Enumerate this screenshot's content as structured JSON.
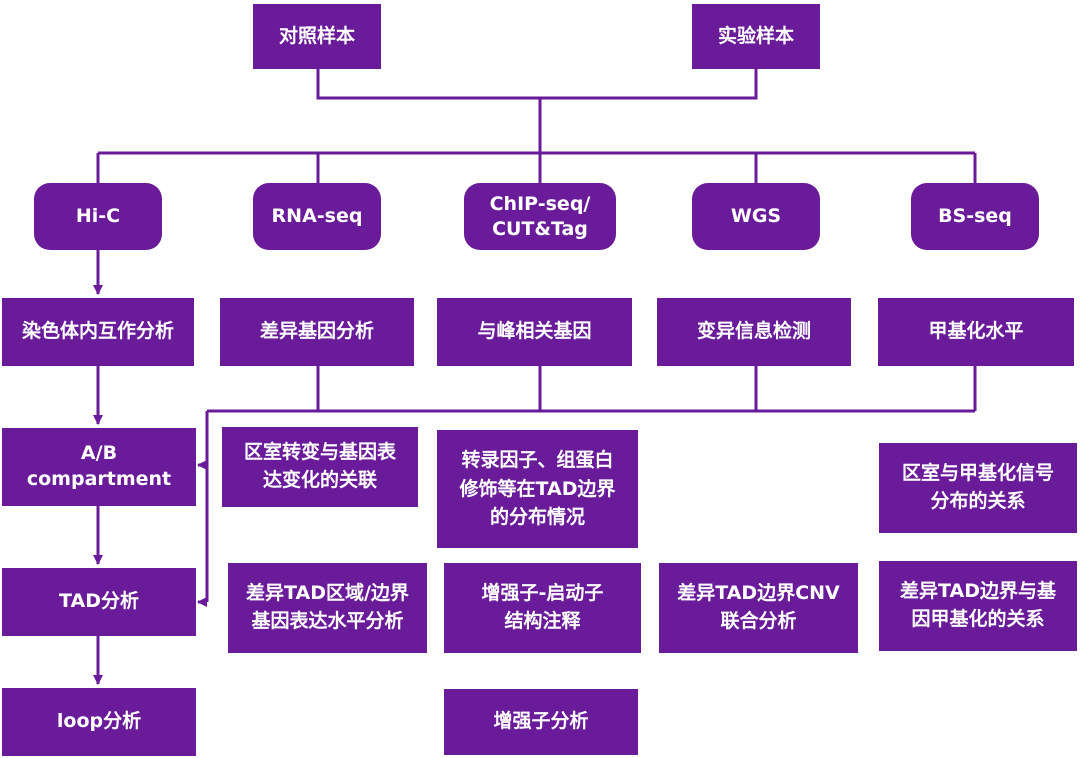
{
  "samples": {
    "control": "对照样本",
    "experiment": "实验样本"
  },
  "methods": {
    "hic": "Hi-C",
    "rnaseq": "RNA-seq",
    "chipseq": "ChIP-seq/\nCUT&Tag",
    "wgs": "WGS",
    "bsseq": "BS-seq"
  },
  "level1": {
    "hic": "染色体内互作分析",
    "rnaseq": "差异基因分析",
    "chipseq": "与峰相关基因",
    "wgs": "变异信息检测",
    "bsseq": "甲基化水平"
  },
  "hic_chain": {
    "ab": "A/B\ncompartment",
    "tad": "TAD分析",
    "loop": "loop分析"
  },
  "integration": {
    "compartment_expression": "区室转变与基因表\n达变化的关联",
    "tf_histone_tad": "转录因子、组蛋白\n修饰等在TAD边界\n的分布情况",
    "compartment_methylation": "区室与甲基化信号\n分布的关系",
    "diff_tad_expression": "差异TAD区域/边界\n基因表达水平分析",
    "enhancer_promoter": "增强子-启动子\n结构注释",
    "tad_cnv": "差异TAD边界CNV\n联合分析",
    "tad_methylation": "差异TAD边界与基\n因甲基化的关系",
    "enhancer": "增强子分析"
  },
  "colors": {
    "box_fill": "#6a1b9a",
    "line": "#6a1b9a",
    "text": "#ffffff"
  }
}
